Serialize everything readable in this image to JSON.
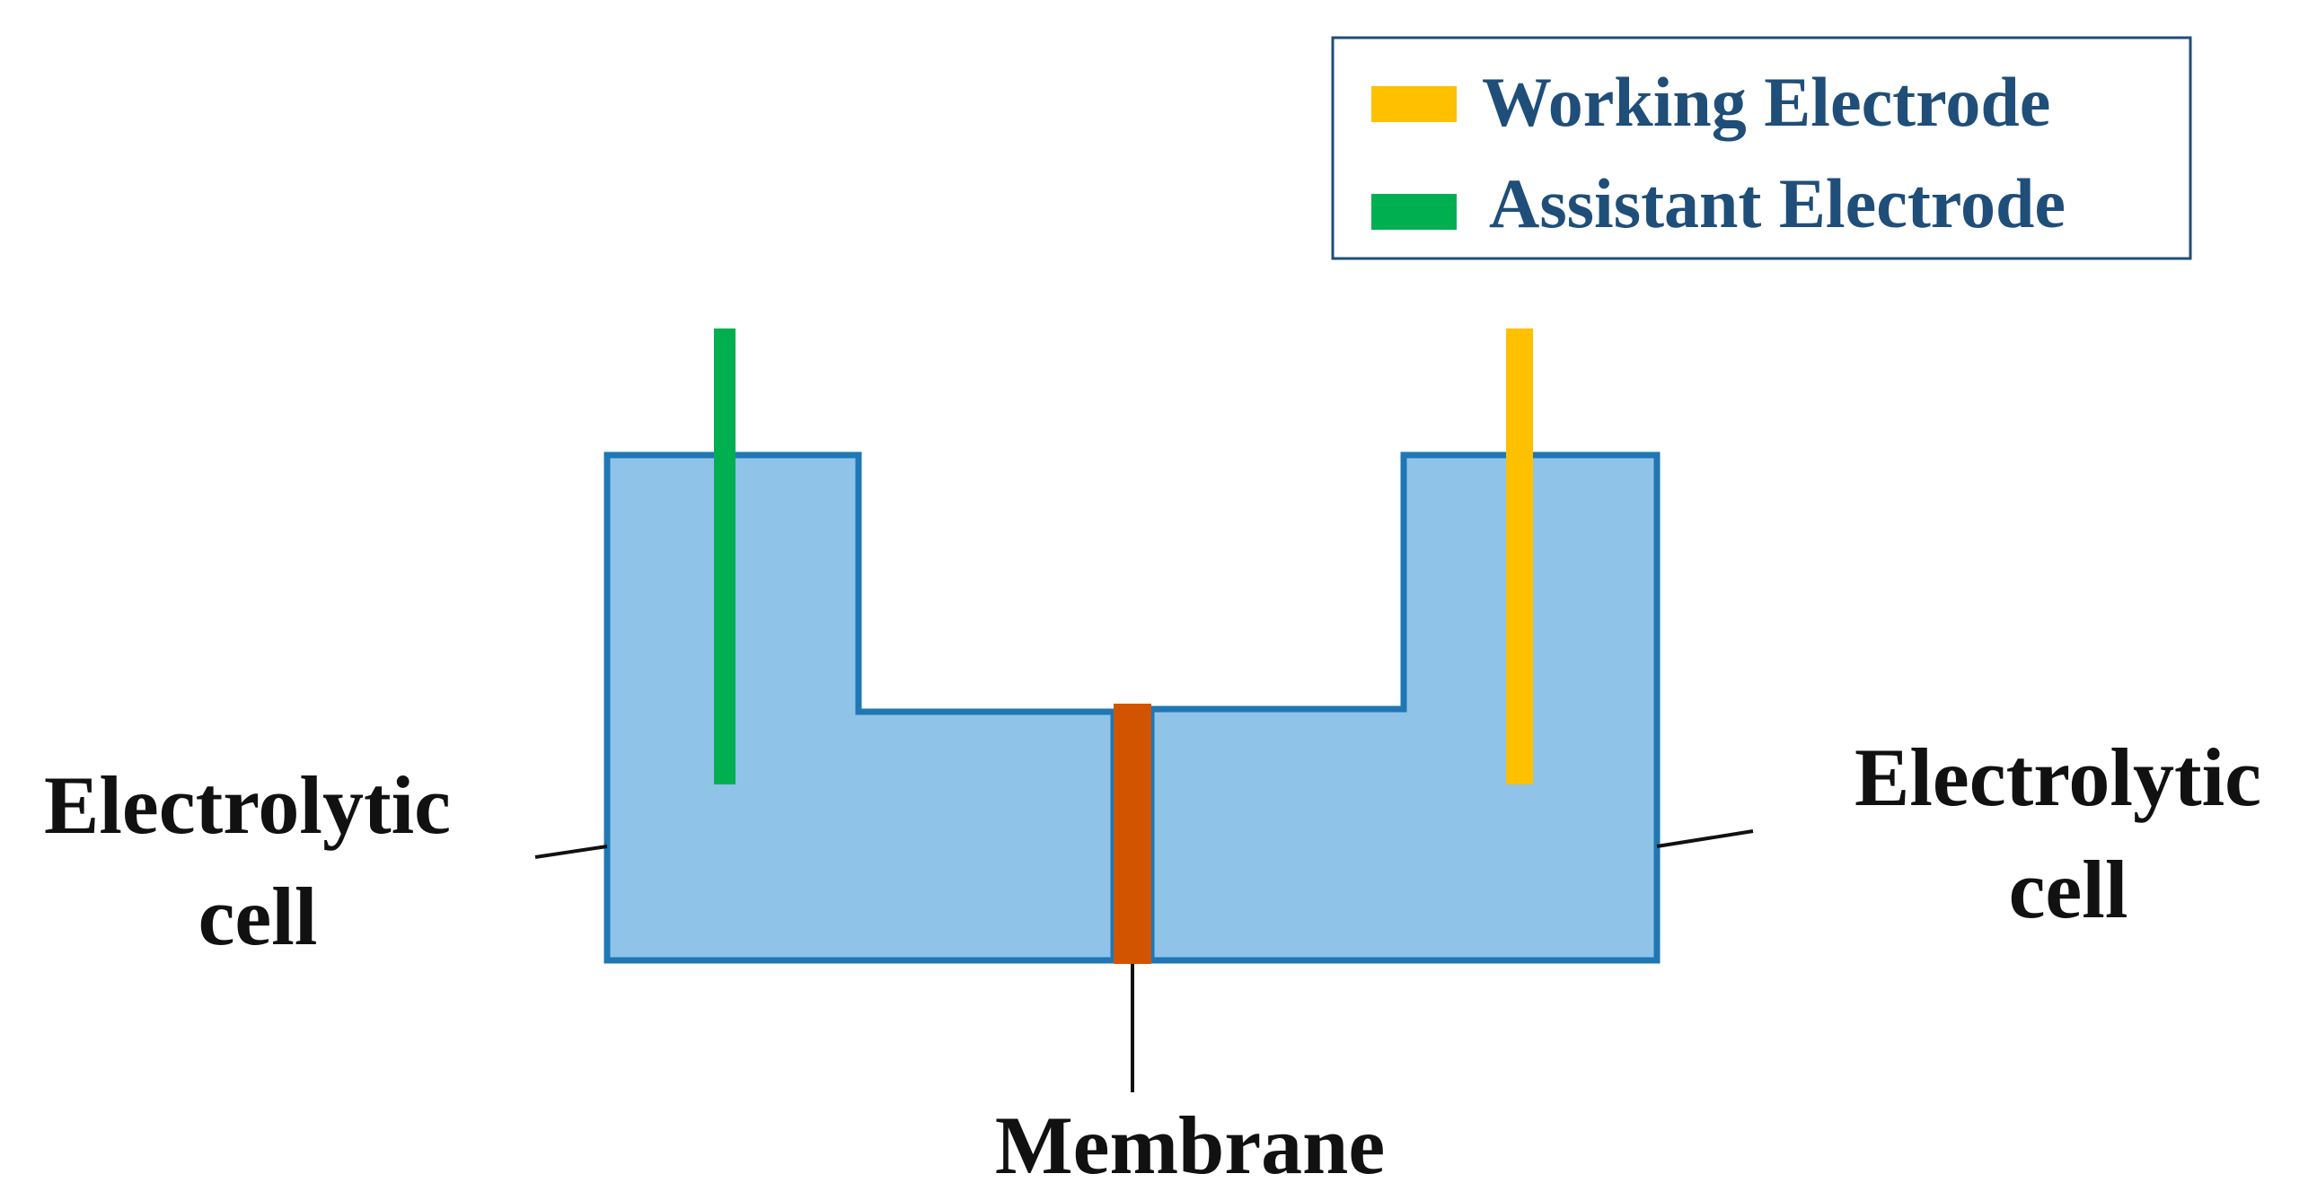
{
  "legend": {
    "items": [
      {
        "label": "Working Electrode",
        "color": "#FFC000"
      },
      {
        "label": "Assistant Electrode",
        "color": "#00B050"
      }
    ],
    "text_color": "#1F4E79",
    "border_color": "#1F4E79"
  },
  "labels": {
    "left_cell": [
      "Electrolytic",
      "cell"
    ],
    "right_cell": [
      "Electrolytic",
      "cell"
    ],
    "membrane": "Membrane"
  },
  "colors": {
    "electrolyte_fill": "#8FC3E8",
    "cell_outline": "#1F77B4",
    "membrane": "#D35400",
    "assistant_electrode": "#00B050",
    "working_electrode": "#FFC000",
    "label_text": "#111111",
    "leader_line": "#111111"
  }
}
